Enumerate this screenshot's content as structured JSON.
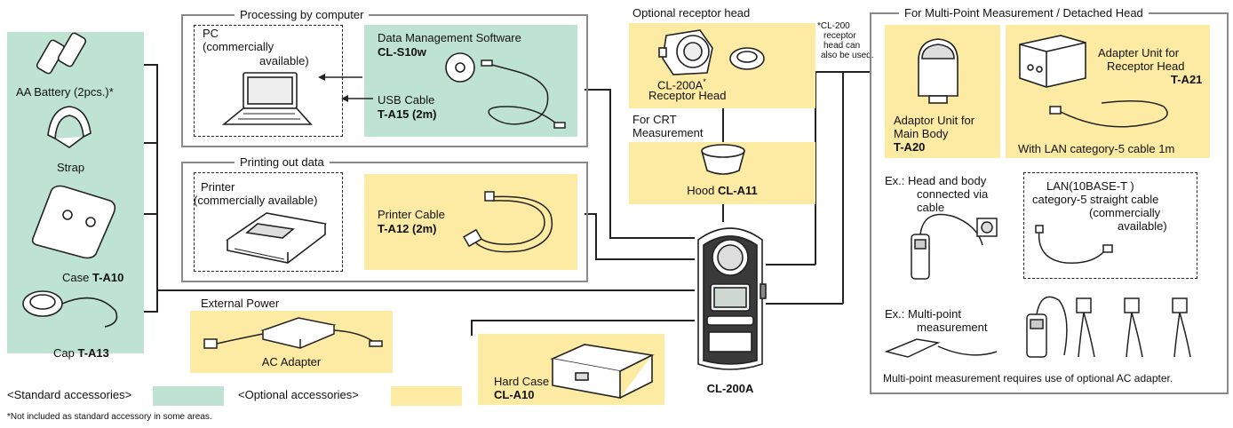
{
  "colors": {
    "standard": "#bfe3d2",
    "optional": "#fdeaa3",
    "frame": "#8a8a8a"
  },
  "standard_panel": {
    "battery_label": "AA Battery (2pcs.)*",
    "strap_label": "Strap",
    "case_label": "Case ",
    "case_code": "T-A10",
    "cap_label": "Cap ",
    "cap_code": "T-A13"
  },
  "processing": {
    "title": "Processing by computer",
    "pc_line1": "PC",
    "pc_line2": "(commercially",
    "pc_line3": "available)",
    "software_title": "Data Management Software",
    "software_code": "CL-S10w",
    "usb_label": "USB Cable",
    "usb_code": "T-A15 (2m)"
  },
  "printing": {
    "title": "Printing out data",
    "printer_line1": "Printer",
    "printer_line2": "(commercially available)",
    "cable_label": "Printer Cable",
    "cable_code": "T-A12 (2m)"
  },
  "external_power": {
    "title": "External Power",
    "adapter_label": "AC Adapter"
  },
  "hard_case": {
    "label": "Hard Case",
    "code": "CL-A10"
  },
  "receptor": {
    "title": "Optional receptor head",
    "label1": "CL-200A",
    "asterisk": "*",
    "label2": "Receptor Head",
    "note1": "*CL-200",
    "note2": "receptor",
    "note3": "head can",
    "note4": "also be used."
  },
  "crt": {
    "title1": "For CRT",
    "title2": "Measurement",
    "hood_label": "Hood ",
    "hood_code": "CL-A11"
  },
  "main_unit": {
    "label": "CL-200A"
  },
  "multipoint": {
    "title": "For Multi-Point Measurement / Detached Head",
    "a20_line1": "Adaptor Unit for",
    "a20_line2": "Main Body",
    "a20_code": "T-A20",
    "a21_line1": "Adapter Unit for",
    "a21_line2": "Receptor Head",
    "a21_code": "T-A21",
    "lan_cable": "With LAN category-5 cable 1m",
    "ex1_line1": "Ex.: Head and body",
    "ex1_line2": "connected via",
    "ex1_line3": "cable",
    "lan_line1": "LAN(10BASE-T )",
    "lan_line2": "category-5 straight cable",
    "lan_line3": "(commercially",
    "lan_line4": "available)",
    "ex2_line1": "Ex.: Multi-point",
    "ex2_line2": "measurement",
    "requirement": "Multi-point measurement requires use of optional AC adapter."
  },
  "legend": {
    "standard": "<Standard accessories>",
    "optional": "<Optional accessories>",
    "footnote": "*Not included as standard accessory in some areas."
  }
}
